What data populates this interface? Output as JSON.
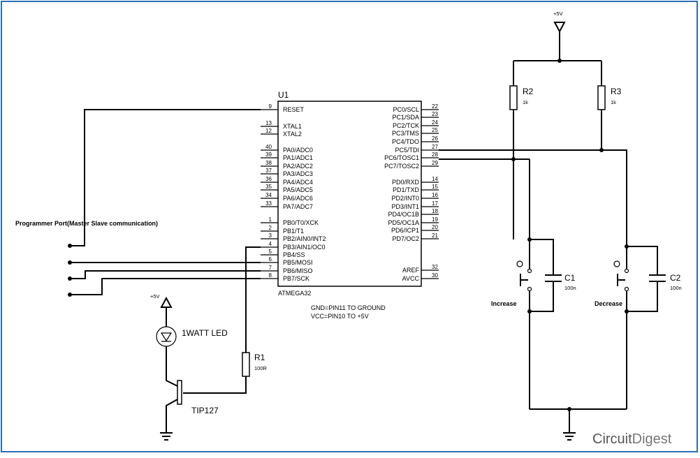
{
  "mcu": {
    "ref": "U1",
    "part": "ATMEGA32",
    "left_pins": [
      {
        "num": "9",
        "name": "RESET"
      },
      {
        "num": "13",
        "name": "XTAL1"
      },
      {
        "num": "12",
        "name": "XTAL2"
      },
      {
        "num": "40",
        "name": "PA0/ADC0"
      },
      {
        "num": "39",
        "name": "PA1/ADC1"
      },
      {
        "num": "38",
        "name": "PA2/ADC2"
      },
      {
        "num": "37",
        "name": "PA3/ADC3"
      },
      {
        "num": "36",
        "name": "PA4/ADC4"
      },
      {
        "num": "35",
        "name": "PA5/ADC5"
      },
      {
        "num": "34",
        "name": "PA6/ADC6"
      },
      {
        "num": "33",
        "name": "PA7/ADC7"
      },
      {
        "num": "1",
        "name": "PB0/T0/XCK"
      },
      {
        "num": "2",
        "name": "PB1/T1"
      },
      {
        "num": "3",
        "name": "PB2/AIN0/INT2"
      },
      {
        "num": "4",
        "name": "PB3/AIN1/OC0"
      },
      {
        "num": "5",
        "name": "PB4/SS"
      },
      {
        "num": "6",
        "name": "PB5/MOSI"
      },
      {
        "num": "7",
        "name": "PB6/MISO"
      },
      {
        "num": "8",
        "name": "PB7/SCK"
      }
    ],
    "right_pins": [
      {
        "num": "22",
        "name": "PC0/SCL"
      },
      {
        "num": "23",
        "name": "PC1/SDA"
      },
      {
        "num": "24",
        "name": "PC2/TCK"
      },
      {
        "num": "25",
        "name": "PC3/TMS"
      },
      {
        "num": "26",
        "name": "PC4/TDO"
      },
      {
        "num": "27",
        "name": "PC5/TDI"
      },
      {
        "num": "28",
        "name": "PC6/TOSC1"
      },
      {
        "num": "29",
        "name": "PC7/TOSC2"
      },
      {
        "num": "14",
        "name": "PD0/RXD"
      },
      {
        "num": "15",
        "name": "PD1/TXD"
      },
      {
        "num": "16",
        "name": "PD2/INT0"
      },
      {
        "num": "17",
        "name": "PD3/INT1"
      },
      {
        "num": "18",
        "name": "PD4/OC1B"
      },
      {
        "num": "19",
        "name": "PD5/OC1A"
      },
      {
        "num": "20",
        "name": "PD6/ICP1"
      },
      {
        "num": "21",
        "name": "PD7/OC2"
      },
      {
        "num": "32",
        "name": "AREF"
      },
      {
        "num": "30",
        "name": "AVCC"
      }
    ]
  },
  "notes": {
    "gnd": "GND=PIN11  TO  GROUND",
    "vcc": "VCC=PIN10  TO  +5V"
  },
  "programmer_port": "Programmer Port(Master Slave communication)",
  "power": {
    "top": "+5V",
    "led": "+5V"
  },
  "resistors": {
    "r1": {
      "ref": "R1",
      "value": "100R"
    },
    "r2": {
      "ref": "R2",
      "value": "1k"
    },
    "r3": {
      "ref": "R3",
      "value": "1k"
    }
  },
  "capacitors": {
    "c1": {
      "ref": "C1",
      "value": "100n"
    },
    "c2": {
      "ref": "C2",
      "value": "100n"
    }
  },
  "buttons": {
    "increase": "Increase",
    "decrease": "Decrease"
  },
  "led": "1WATT LED",
  "transistor": "TIP127",
  "logo": {
    "first": "Circuit",
    "second": "Digest"
  }
}
